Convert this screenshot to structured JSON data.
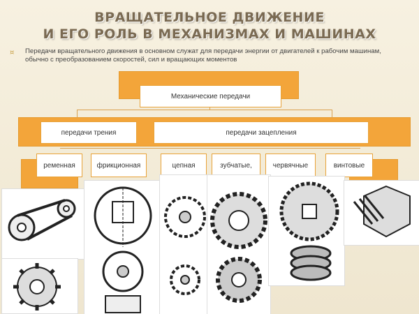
{
  "title": {
    "line1": "ВРАЩАТЕЛЬНОЕ ДВИЖЕНИЕ",
    "line2": "И ЕГО РОЛЬ В МЕХАНИЗМАХ И МАШИНАХ"
  },
  "intro": {
    "bullet": "¤",
    "text": "Передачи вращательного движения в основном служат для передачи энергии от двигателей к рабочим машинам, обычно с преобразованием скоростей, сил и вращающих моментов"
  },
  "diagram": {
    "root": "Механические передачи",
    "friction_group": "передачи трения",
    "mesh_group": "передачи зацепления",
    "types": [
      "ременная",
      "фрикционная",
      "цепная",
      "зубчатые,",
      "червячные",
      "винтовые"
    ]
  },
  "colors": {
    "accent": "#f3a53a",
    "box_border": "#e8a238",
    "title": "#7a6a52"
  }
}
